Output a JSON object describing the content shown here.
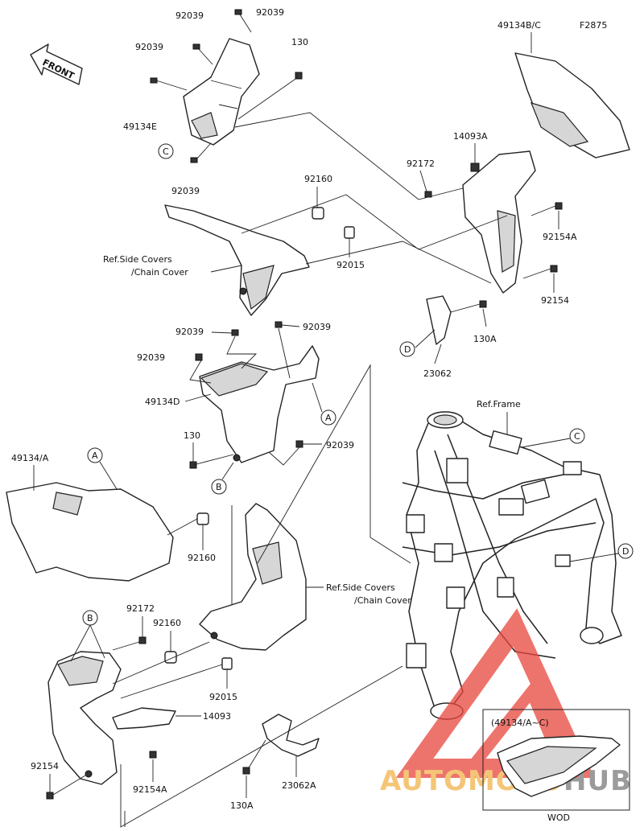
{
  "diagram_id": "F2875",
  "front_label": "FRONT",
  "part_labels": {
    "p92039_a": "92039",
    "p92039_b": "92039",
    "p92039_c": "92039",
    "p130_top": "130",
    "p49134E": "49134E",
    "p92039_d": "92039",
    "p49134BC": "49134B/C",
    "p14093A": "14093A",
    "p92172_top": "92172",
    "p92160_top": "92160",
    "p92154A_top": "92154A",
    "p92015_top": "92015",
    "p92154_top": "92154",
    "p130A_top": "130A",
    "p23062": "23062",
    "p92039_e": "92039",
    "p92039_f": "92039",
    "p92039_g": "92039",
    "p49134D": "49134D",
    "p130_mid": "130",
    "p92039_h": "92039",
    "p49134A": "49134/A",
    "p92160_mid": "92160",
    "p92172_bot": "92172",
    "p92160_bot": "92160",
    "p92015_bot": "92015",
    "p14093": "14093",
    "p92154_bot": "92154",
    "p92154A_bot": "92154A",
    "p130A_bot": "130A",
    "p23062A": "23062A"
  },
  "ref_labels": {
    "side_covers_top_1": "Ref.Side Covers",
    "side_covers_top_2": "/Chain Cover",
    "frame": "Ref.Frame",
    "side_covers_mid_1": "Ref.Side Covers",
    "side_covers_mid_2": "/Chain Cover"
  },
  "callouts": {
    "c_top": "C",
    "d_top": "D",
    "a_mid": "A",
    "b_mid": "B",
    "a_left": "A",
    "c_frame": "C",
    "d_frame": "D",
    "b_bot": "B"
  },
  "inset": {
    "title": "(49134/A~C)",
    "caption": "WOD"
  },
  "watermark": {
    "text_a": "AUTOMOTO",
    "text_b": "HUB",
    "color_a": "#f2b24a",
    "color_b": "#7a7a7a",
    "mark_color": "#e8463c"
  }
}
